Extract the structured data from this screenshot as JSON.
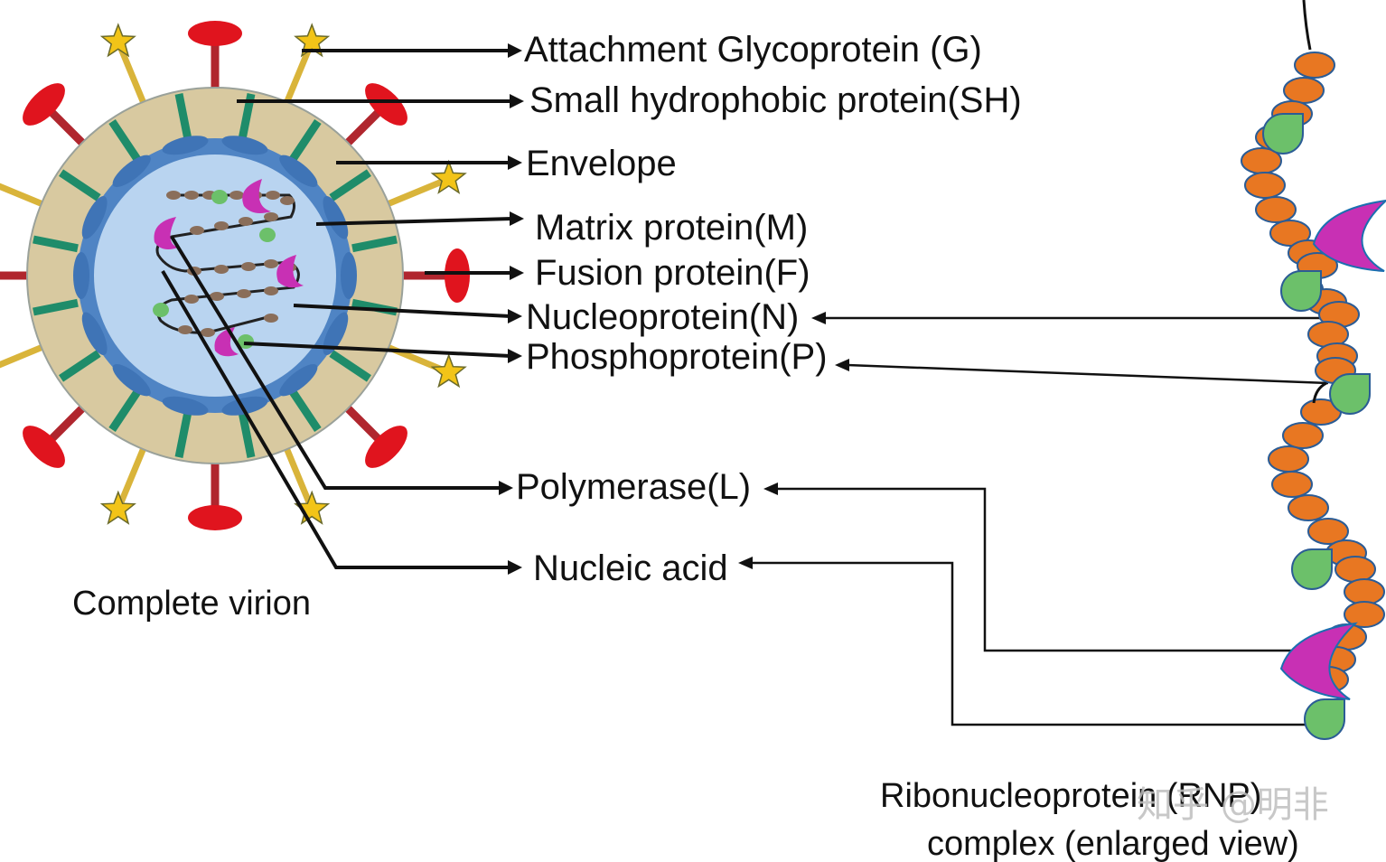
{
  "labels": {
    "attachment": "Attachment Glycoprotein (G)",
    "small_hydrophobic": "Small hydrophobic protein(SH)",
    "envelope": "Envelope",
    "matrix": "Matrix protein(M)",
    "fusion": "Fusion protein(F)",
    "nucleoprotein": "Nucleoprotein(N)",
    "phosphoprotein": "Phosphoprotein(P)",
    "polymerase": "Polymerase(L)",
    "nucleic_acid": "Nucleic acid",
    "complete_virion": "Complete virion",
    "rnp_line1": "Ribonucleoprotein (RNP)",
    "rnp_line2": "complex (enlarged view)"
  },
  "watermark": "知乎 @明非",
  "colors": {
    "envelope": "#d8c9a0",
    "matrix": "#4f84c4",
    "core": "#b9d4f0",
    "fusion_spike": "#e0141e",
    "g_protein_star": "#f2c418",
    "sh_protein": "#1f8c6a",
    "nucleoprotein_bead": "#e87722",
    "phosphoprotein": "#6cc06a",
    "polymerase": "#c830b4"
  }
}
